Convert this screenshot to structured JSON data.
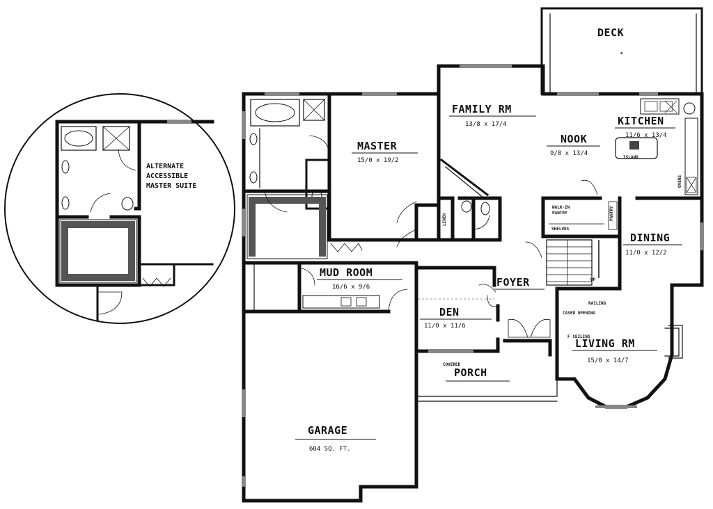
{
  "rooms": {
    "deck": {
      "name": "DECK"
    },
    "family": {
      "name": "FAMILY RM",
      "dims": "13/8 x 17/4"
    },
    "kitchen": {
      "name": "KITCHEN",
      "dims": "11/6 x 13/4"
    },
    "nook": {
      "name": "NOOK",
      "dims": "9/8 x 13/4"
    },
    "master": {
      "name": "MASTER",
      "dims": "15/0 x 19/2"
    },
    "dining": {
      "name": "DINING",
      "dims": "11/0 x 12/2"
    },
    "mud": {
      "name": "MUD ROOM",
      "dims": "16/6 x 9/6"
    },
    "foyer": {
      "name": "FOYER"
    },
    "den": {
      "name": "DEN",
      "dims": "11/0 x 11/6"
    },
    "living": {
      "name": "LIVING RM",
      "dims": "15/0 x 14/7"
    },
    "porch": {
      "name": "PORCH"
    },
    "garage": {
      "name": "GARAGE",
      "dims": "604 SQ. FT."
    }
  },
  "annotations": {
    "alternate": [
      "ALTERNATE",
      "ACCESSIBLE",
      "MASTER SUITE"
    ],
    "walk_in_pantry": [
      "WALK-IN",
      "PANTRY"
    ],
    "shelves": "SHELVES",
    "island": "ISLAND",
    "railing": "RAILING",
    "cased_opening": "CASED OPENING",
    "ceiling": "F CEILING",
    "covered": "COVERED",
    "linen": "LINEN",
    "up": "UP",
    "ovens": "OVENS",
    "pantry": "PANTRY"
  }
}
